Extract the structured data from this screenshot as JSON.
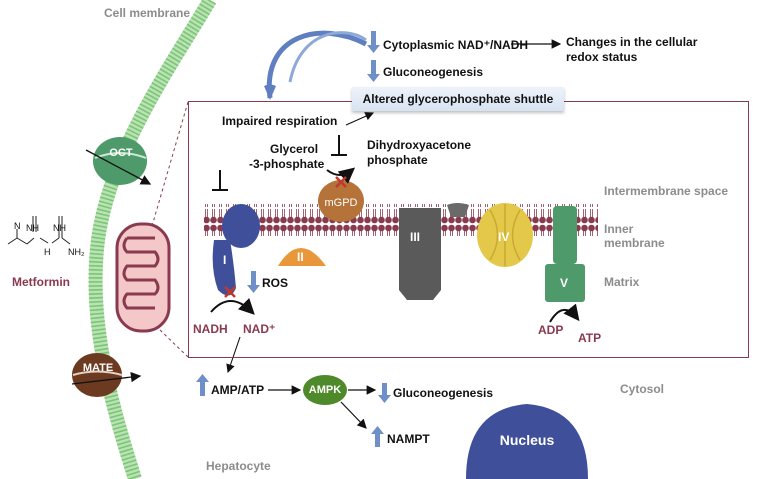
{
  "labels": {
    "cell_membrane": "Cell membrane",
    "oct": "OCT",
    "mate": "MATE",
    "metformin": "Metformin",
    "hepatocyte": "Hepatocyte",
    "cytosol": "Cytosol",
    "nucleus": "Nucleus",
    "cytoplasmic_ratio": "Cytoplasmic NAD⁺/NADH",
    "redox_line1": "Changes in the cellular",
    "redox_line2": "redox status",
    "gluconeogenesis_top": "Gluconeogenesis",
    "shuttle": "Altered glycerophosphate shuttle",
    "impaired_respiration": "Impaired respiration",
    "glycerol_line1": "Glycerol",
    "glycerol_line2": "-3-phosphate",
    "dhap_line1": "Dihydroxyacetone",
    "dhap_line2": "phosphate",
    "mgpd": "mGPD",
    "intermembrane_space": "Intermembrane  space",
    "inner_membrane_line1": "Inner",
    "inner_membrane_line2": "membrane",
    "matrix": "Matrix",
    "complex_1": "I",
    "complex_2": "II",
    "complex_3": "III",
    "complex_4": "IV",
    "complex_5": "V",
    "ros": "ROS",
    "nadh": "NADH",
    "nad": "NAD⁺",
    "adp": "ADP",
    "atp": "ATP",
    "amp_atp": "AMP/ATP",
    "ampk": "AMPK",
    "gluconeogenesis_bottom": "Gluconeogenesis",
    "nampt": "NAMPT",
    "metformin_formula": {
      "nh_left": "NH",
      "nh_right": "NH",
      "n": "N",
      "h": "H",
      "nh2": "NH₂"
    }
  },
  "colors": {
    "membrane": "#8a3a4e",
    "cell_membrane": "#a8d8a0",
    "oct": "#4f9a6a",
    "mate": "#6b3a20",
    "complex_1": "#3f4f9a",
    "complex_2": "#e8983a",
    "complex_3": "#5a5a5a",
    "complex_4": "#e3c84a",
    "complex_5": "#4f9a6a",
    "mgpd": "#b5733a",
    "ampk": "#4f8a2a",
    "nucleus": "#3f4f9a",
    "arrow_blue": "#6f8fc8",
    "inhibit_x": "#c0392b"
  },
  "icons": [
    "up-arrow-icon",
    "down-arrow-icon",
    "inhibition-icon",
    "block-x-icon"
  ]
}
